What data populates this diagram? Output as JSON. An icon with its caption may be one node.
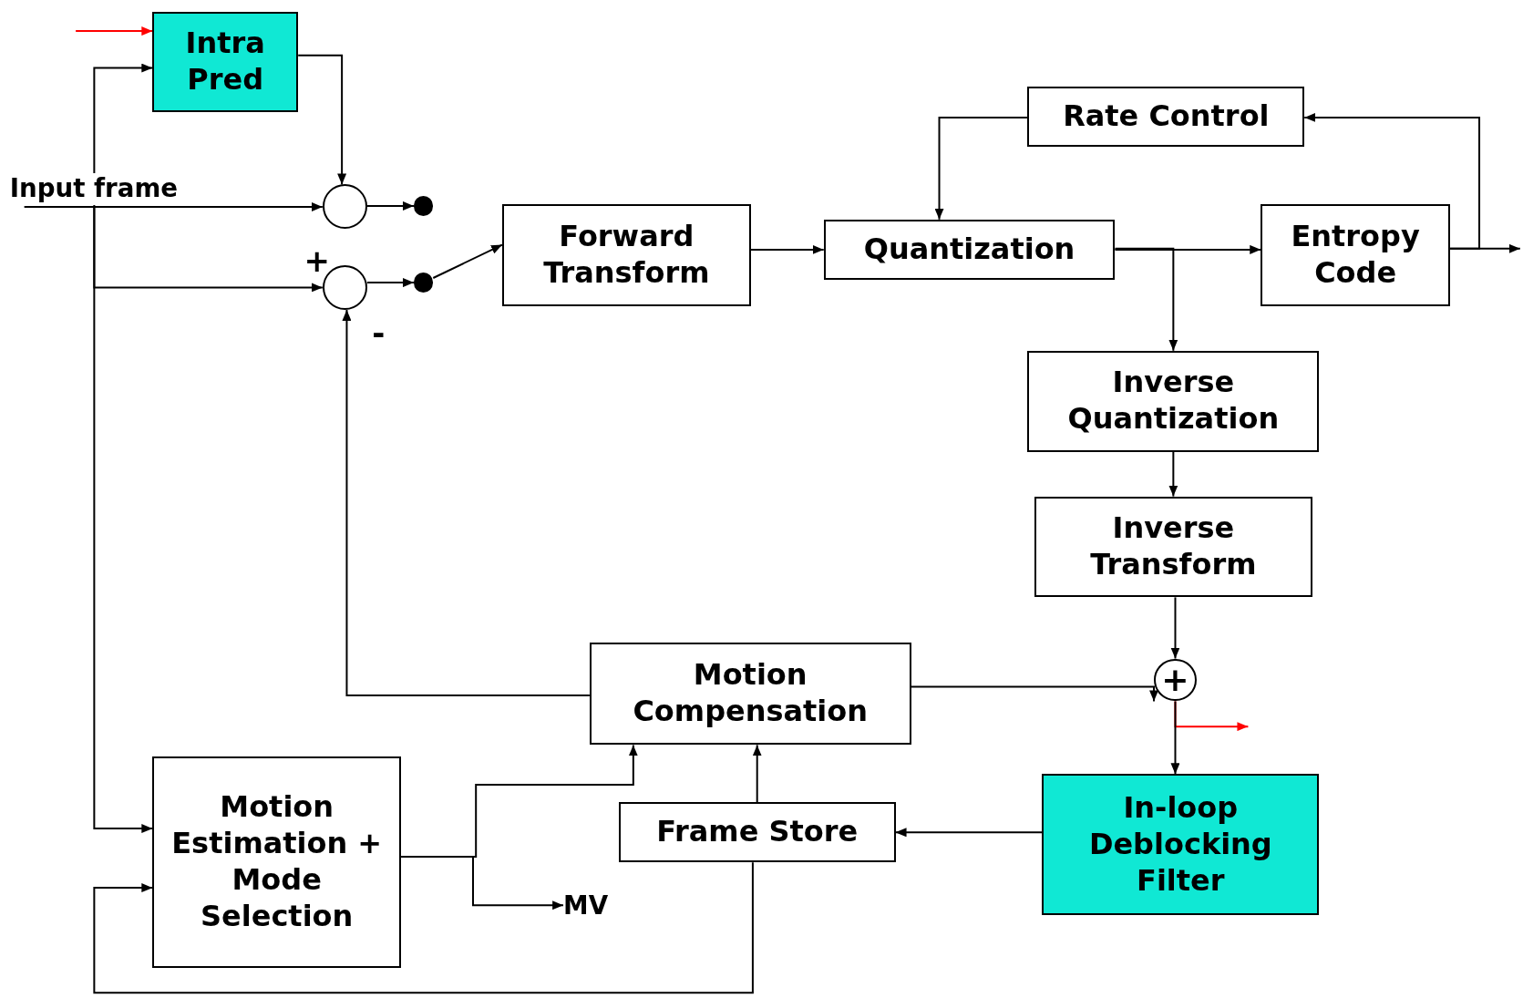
{
  "diagram": {
    "nodes": [
      {
        "text": [
          "Intra Pred"
        ]
      },
      {
        "text": [
          "Input frame"
        ]
      },
      {
        "text": [],
        "shape": "circle"
      },
      {
        "text": [],
        "shape": "dot"
      },
      {
        "text": [],
        "shape": "circle",
        "beside": [
          "+",
          "-"
        ]
      },
      {
        "text": [],
        "shape": "dot"
      },
      {
        "text": [
          "Forward Transform"
        ]
      },
      {
        "text": [
          "Rate Control"
        ]
      },
      {
        "text": [
          "Quantization"
        ]
      },
      {
        "text": [
          "Entropy Code"
        ]
      },
      {
        "text": [
          "Inverse Quantization"
        ]
      },
      {
        "text": [
          "Inverse Transform"
        ]
      },
      {
        "text": [
          "+"
        ]
      },
      {
        "text": [
          "Motion Compensation"
        ]
      },
      {
        "text": [
          "Motion Estimation + Mode Selection"
        ]
      },
      {
        "text": [
          "Frame Store"
        ]
      },
      {
        "text": [
          "In-loop Deblocking Filter"
        ]
      },
      {
        "text": [
          "MV"
        ]
      }
    ],
    "edges": [
      {
        "from": null,
        "to": 0,
        "arrow": "to",
        "color": "#ff0000"
      },
      {
        "from": 0,
        "to": 2,
        "arrow": "to"
      },
      {
        "from": 1,
        "to": 2,
        "arrow": "to"
      },
      {
        "from": 1,
        "to": 0,
        "arrow": "to"
      },
      {
        "from": 1,
        "to": 4,
        "arrow": "to"
      },
      {
        "from": 1,
        "to": 14,
        "arrow": "to"
      },
      {
        "from": 2,
        "to": 3,
        "arrow": "to"
      },
      {
        "from": 4,
        "to": 5,
        "arrow": "to"
      },
      {
        "from": 5,
        "to": 6,
        "arrow": "to"
      },
      {
        "from": 6,
        "to": 8,
        "arrow": "to"
      },
      {
        "from": 7,
        "to": 8,
        "arrow": "to"
      },
      {
        "from": 8,
        "to": 9,
        "arrow": "to"
      },
      {
        "from": 8,
        "to": 10,
        "arrow": "to"
      },
      {
        "from": 9,
        "to": null,
        "arrow": "to"
      },
      {
        "from": 9,
        "to": 7,
        "arrow": "to"
      },
      {
        "from": 10,
        "to": 11,
        "arrow": "to"
      },
      {
        "from": 11,
        "to": 12,
        "arrow": "to"
      },
      {
        "from": 13,
        "to": 12,
        "arrow": "to"
      },
      {
        "from": 13,
        "to": 4,
        "arrow": "to"
      },
      {
        "from": 12,
        "to": null,
        "arrow": "to",
        "color": "#ff0000"
      },
      {
        "from": 12,
        "to": 16,
        "arrow": "to"
      },
      {
        "from": 16,
        "to": 15,
        "arrow": "to"
      },
      {
        "from": 15,
        "to": 13,
        "arrow": "to"
      },
      {
        "from": 15,
        "to": 14,
        "arrow": "to"
      },
      {
        "from": 14,
        "to": 13,
        "arrow": "to"
      },
      {
        "from": 14,
        "to": 17,
        "arrow": "to"
      }
    ]
  }
}
